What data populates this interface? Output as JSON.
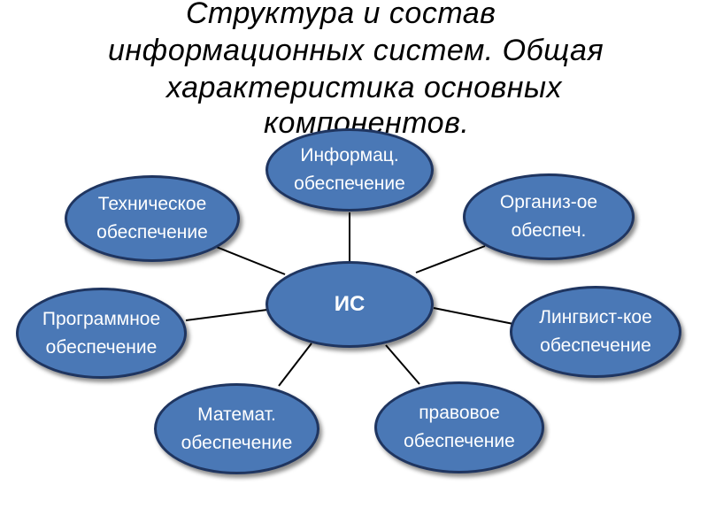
{
  "slide": {
    "title_lines": [
      "Структура и состав",
      "информационных систем. Общая",
      "характеристика основных",
      "компонентов."
    ]
  },
  "diagram": {
    "center": "ИС",
    "nodes": {
      "info": [
        "Информац.",
        "обеспечение"
      ],
      "tech": [
        "Техническое",
        "обеспечение"
      ],
      "org": [
        "Организ-ое",
        "обеспеч."
      ],
      "prog": [
        "Программное",
        "обеспечение"
      ],
      "ling": [
        "Лингвист-кое",
        "обеспечение"
      ],
      "math": [
        "Математ.",
        "обеспечение"
      ],
      "law": [
        "правовое",
        "обеспечение"
      ]
    }
  },
  "colors": {
    "node_fill": "#4a78b6",
    "node_border": "#1f3560",
    "node_text": "#ffffff",
    "connector": "#000000",
    "title_text": "#000000"
  }
}
